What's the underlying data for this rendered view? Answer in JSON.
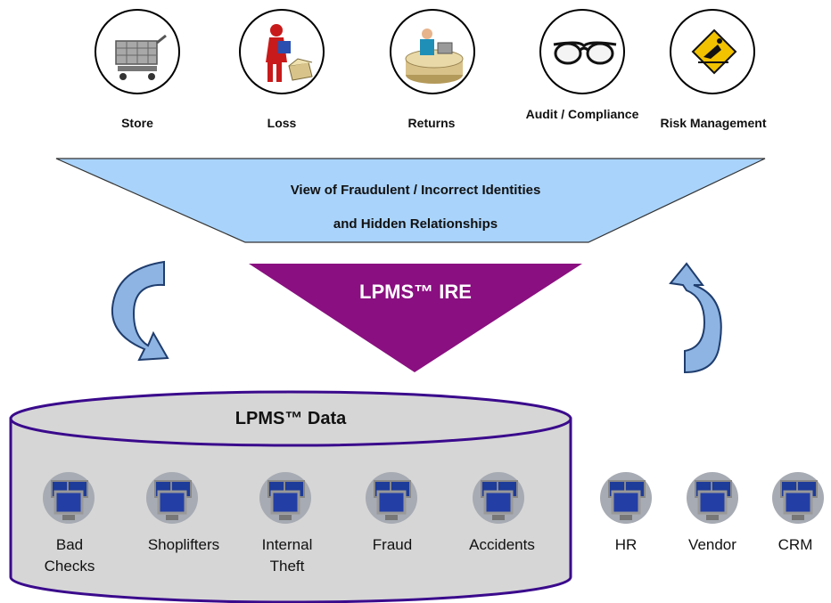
{
  "roles": [
    {
      "label": "Store",
      "icon": "shopping-cart-icon"
    },
    {
      "label": "Loss",
      "icon": "thief-icon"
    },
    {
      "label": "Returns",
      "icon": "returns-counter-icon"
    },
    {
      "label": "Audit / Compliance",
      "icon": "glasses-icon"
    },
    {
      "label": "Risk Management",
      "icon": "hazard-sign-icon"
    }
  ],
  "view_banner": {
    "line1": "View of Fraudulent / Incorrect Identities",
    "line2": "and Hidden Relationships"
  },
  "engine": {
    "label": "LPMS™ IRE"
  },
  "database": {
    "title": "LPMS™ Data",
    "sources": [
      {
        "label": "Bad Checks",
        "icon": "monitor-stack-icon"
      },
      {
        "label": "Shoplifters",
        "icon": "monitor-stack-icon"
      },
      {
        "label": "Internal Theft",
        "icon": "monitor-stack-icon"
      },
      {
        "label": "Fraud",
        "icon": "monitor-stack-icon"
      },
      {
        "label": "Accidents",
        "icon": "monitor-stack-icon"
      }
    ]
  },
  "external_sources": [
    {
      "label": "HR",
      "icon": "monitor-stack-icon"
    },
    {
      "label": "Vendor",
      "icon": "monitor-stack-icon"
    },
    {
      "label": "CRM",
      "icon": "monitor-stack-icon"
    }
  ],
  "colors": {
    "banner_fill": "#a9d3fb",
    "engine_fill": "#8a0f80",
    "db_fill": "#d6d6d6",
    "db_border": "#3a0a8c",
    "arrow_fill": "#8db4e2",
    "arrow_stroke": "#1f3d6e"
  }
}
